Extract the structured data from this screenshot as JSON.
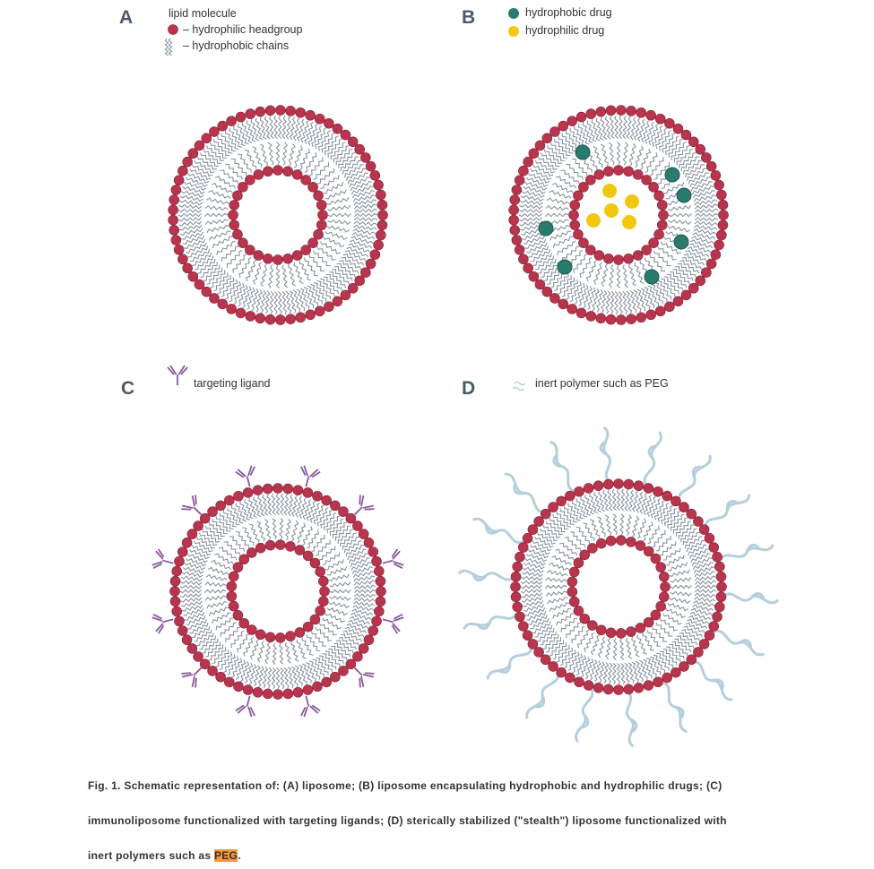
{
  "panels": {
    "A": {
      "letter": "A",
      "legend_title": "lipid molecule",
      "headgroup": "– hydrophilic headgroup",
      "chains": "– hydrophobic chains"
    },
    "B": {
      "letter": "B",
      "hydrophobic": "hydrophobic drug",
      "hydrophilic": "hydrophilic drug"
    },
    "C": {
      "letter": "C",
      "ligand": "targeting ligand"
    },
    "D": {
      "letter": "D",
      "polymer": "inert polymer such as PEG"
    }
  },
  "caption": {
    "line1": "Fig. 1. Schematic representation of: (A) liposome; (B) liposome encapsulating hydrophobic and hydrophilic drugs; (C)",
    "line2": "immunoliposome functionalized with targeting ligands; (D) sterically stabilized (\"stealth\") liposome functionalized with",
    "line3_pre": "inert polymers such as ",
    "line3_highlight": "PEG",
    "line3_post": "."
  },
  "colors": {
    "headgroup": "#b8354e",
    "chain": "#7d8a96",
    "hydrophobic_drug": "#2a7a6e",
    "hydrophilic_drug": "#f2c80f",
    "ligand": "#8a5a9e",
    "polymer": "#b5cfdc"
  }
}
